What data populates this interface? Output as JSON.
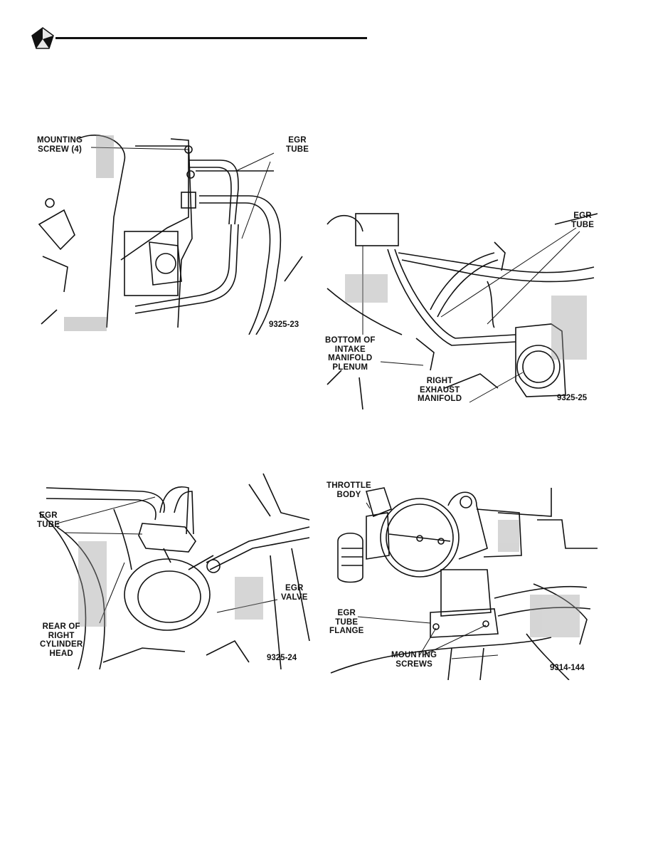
{
  "figures": {
    "fig1": {
      "callouts": {
        "mounting_screw": [
          "MOUNTING",
          "SCREW (4)"
        ],
        "egr_tube": [
          "EGR",
          "TUBE"
        ]
      },
      "code": "9325-23"
    },
    "fig2": {
      "callouts": {
        "egr_tube": [
          "EGR",
          "TUBE"
        ],
        "bottom_plenum": [
          "BOTTOM OF",
          "INTAKE",
          "MANIFOLD",
          "PLENUM"
        ],
        "right_exhaust": [
          "RIGHT",
          "EXHAUST",
          "MANIFOLD"
        ]
      },
      "code": "9325-25"
    },
    "fig3": {
      "callouts": {
        "egr_tube": [
          "EGR",
          "TUBE"
        ],
        "egr_valve": [
          "EGR",
          "VALVE"
        ],
        "rear_head": [
          "REAR OF",
          "RIGHT",
          "CYLINDER",
          "HEAD"
        ]
      },
      "code": "9325-24"
    },
    "fig4": {
      "callouts": {
        "throttle_body": [
          "THROTTLE",
          "BODY"
        ],
        "egr_flange": [
          "EGR",
          "TUBE",
          "FLANGE"
        ],
        "mounting_screws": [
          "MOUNTING",
          "SCREWS"
        ]
      },
      "code": "9314-144"
    }
  }
}
